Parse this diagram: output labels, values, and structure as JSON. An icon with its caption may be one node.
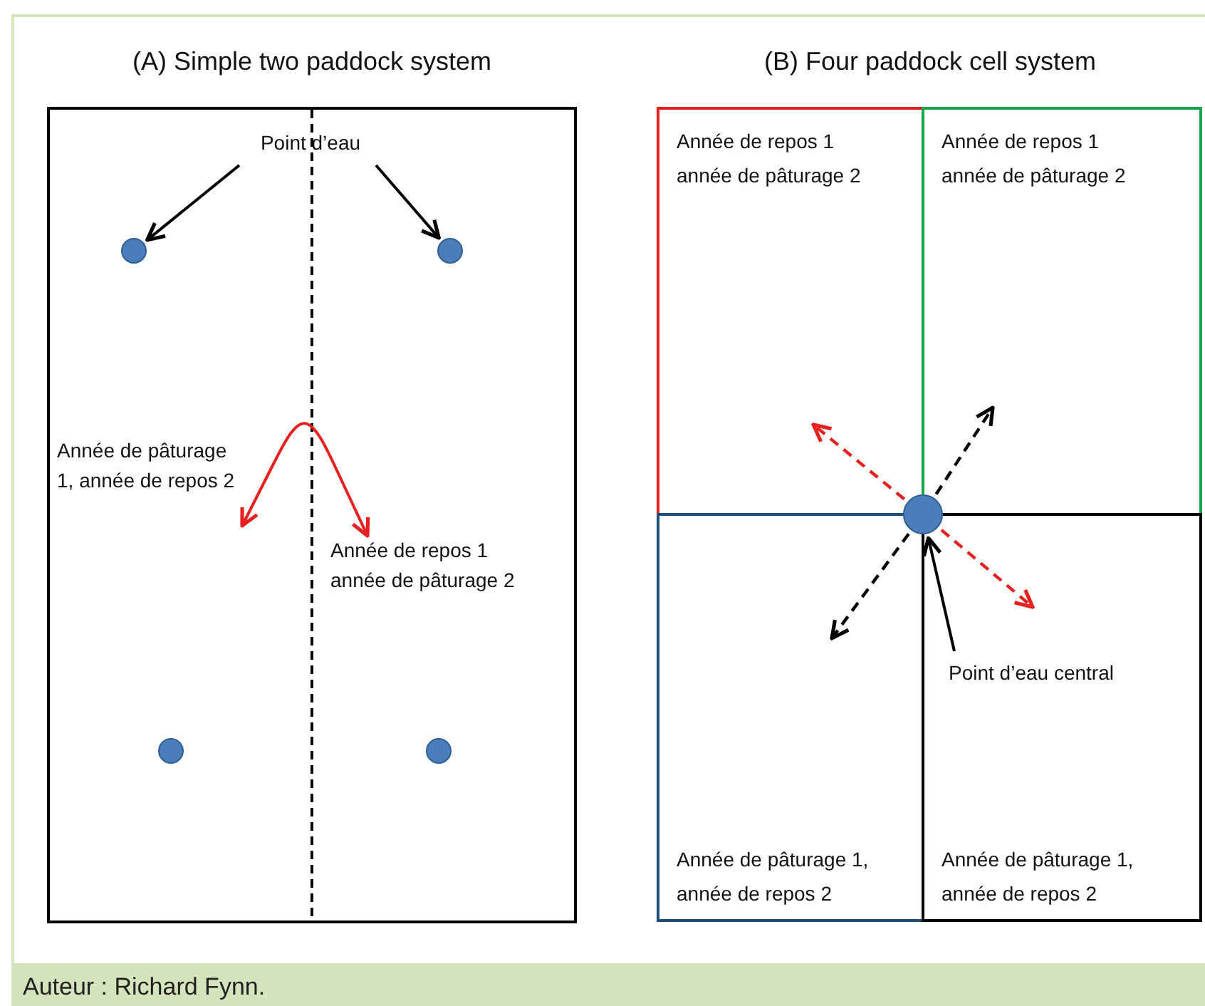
{
  "diagram": {
    "caption": "Auteur : Richard Fynn.",
    "nodes": [
      {
        "text": [
          "(A) Simple two paddock system"
        ]
      },
      {
        "text": [
          "Point d’eau"
        ],
        "in": 0
      },
      {
        "text": [],
        "shape": "circle",
        "in": 0
      },
      {
        "text": [],
        "shape": "circle",
        "in": 0
      },
      {
        "text": [
          "Année de pâturage 1, année de repos 2"
        ],
        "in": 0
      },
      {
        "text": [
          "Année de repos 1 année de pâturage 2"
        ],
        "in": 0
      },
      {
        "text": [],
        "shape": "circle",
        "in": 0
      },
      {
        "text": [],
        "shape": "circle",
        "in": 0
      },
      {
        "text": [
          "(B) Four paddock cell system"
        ]
      },
      {
        "text": [
          "Année de repos 1 année de pâturage 2"
        ],
        "in": 8
      },
      {
        "text": [
          "Année de repos 1 année de pâturage 2"
        ],
        "in": 8
      },
      {
        "text": [
          "Année de pâturage 1, année de repos 2"
        ],
        "in": 8
      },
      {
        "text": [
          "Année de pâturage 1, année de repos 2"
        ],
        "in": 8
      },
      {
        "text": [],
        "shape": "circle",
        "in": 8
      },
      {
        "text": [
          "Point d’eau central"
        ],
        "in": 12
      }
    ],
    "edges": [
      {
        "from": 1,
        "to": 2,
        "arrow": "to"
      },
      {
        "from": 1,
        "to": 3,
        "arrow": "to"
      },
      {
        "from": 4,
        "to": 5,
        "arrow": "both",
        "color": "#e8201f"
      },
      {
        "from": 14,
        "to": 13,
        "arrow": "to"
      },
      {
        "from": 13,
        "to": 9,
        "arrow": "to",
        "style": "dashed",
        "color": "#e8201f"
      },
      {
        "from": 13,
        "to": null,
        "arrow": "to",
        "style": "dashed",
        "color": "#e8201f"
      },
      {
        "from": 13,
        "to": 10,
        "arrow": "to",
        "style": "dashed"
      },
      {
        "from": 13,
        "to": 11,
        "arrow": "to",
        "style": "dashed"
      }
    ]
  }
}
